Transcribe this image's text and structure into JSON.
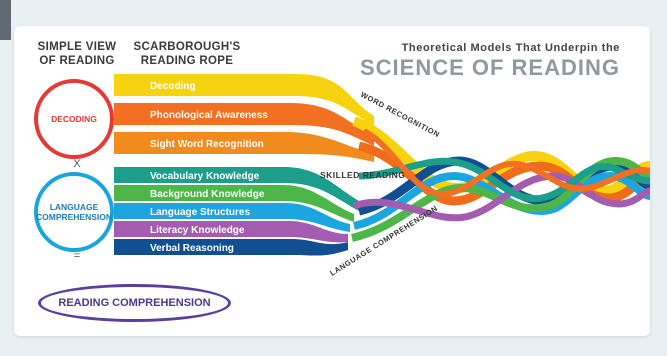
{
  "simple_view": {
    "header": "SIMPLE VIEW OF READING",
    "decoding": "DECODING",
    "multiply": "X",
    "language": "LANGUAGE COMPREHENSION",
    "equals": "=",
    "result": "READING COMPREHENSION"
  },
  "rope": {
    "header": "SCARBOROUGH'S READING ROPE",
    "word_strands": [
      "Decoding",
      "Phonological Awareness",
      "Sight Word Recognition"
    ],
    "language_strands": [
      "Vocabulary Knowledge",
      "Background Knowledge",
      "Language Structures",
      "Literacy Knowledge",
      "Verbal Reasoning"
    ],
    "word_recognition": "WORD RECOGNITION",
    "skilled_reading": "SKILLED READING",
    "language_comprehension": "LANGUAGE COMPREHENSION"
  },
  "title": {
    "sub": "Theoretical Models That Underpin the",
    "main": "SCIENCE OF READING"
  },
  "colors": {
    "decoding": "#f7d20f",
    "phonological": "#f08a24",
    "sight": "#ef6c1a",
    "vocabulary": "#1b9e8a",
    "background": "#4cb648",
    "structures": "#1ca6e0",
    "literacy": "#a45cb0",
    "verbal": "#124f92",
    "decoding_circle": "#e53935",
    "language_circle": "#1aa6dc",
    "result_ring": "#5b3fa0"
  }
}
